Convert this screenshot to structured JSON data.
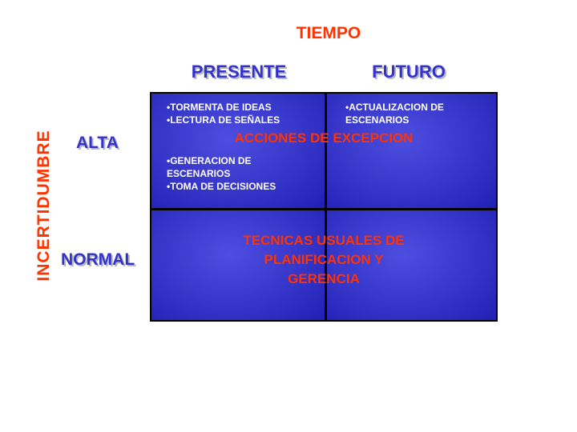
{
  "axes": {
    "x_title": "TIEMPO",
    "y_title": "INCERTIDUMBRE"
  },
  "columns": [
    "PRESENTE",
    "FUTURO"
  ],
  "rows": [
    "ALTA",
    "NORMAL"
  ],
  "cells": {
    "alta_presente_top": [
      "•TORMENTA DE IDEAS",
      "•LECTURA DE SEÑALES"
    ],
    "alta_futuro_top": [
      "•ACTUALIZACION DE",
      "ESCENARIOS"
    ],
    "alta_presente_bottom": [
      "•GENERACION DE",
      "ESCENARIOS",
      "•TOMA DE DECISIONES"
    ]
  },
  "overlays": {
    "alta": "ACCIONES DE EXCEPCION",
    "normal": [
      "TECNICAS USUALES DE",
      "PLANIFICACION Y",
      "GERENCIA"
    ]
  },
  "colors": {
    "title_red": "#ff3300",
    "label_blue": "#3333cc",
    "cell_blue": "#3535c8",
    "bullet_text": "#ffffff"
  }
}
